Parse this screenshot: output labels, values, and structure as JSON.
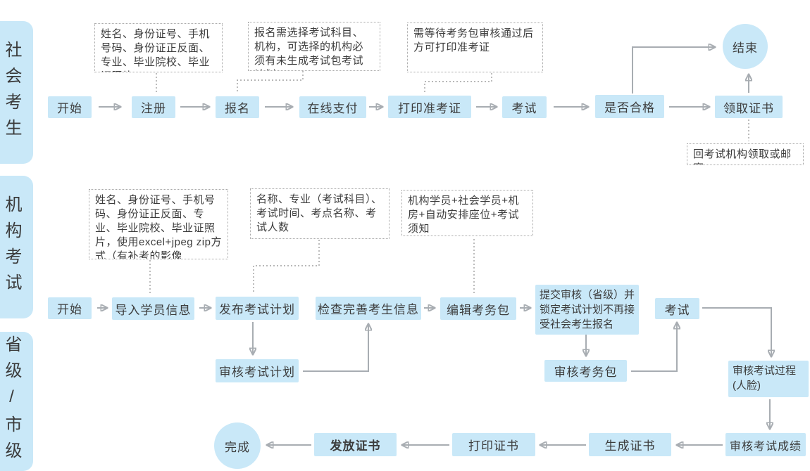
{
  "colors": {
    "node_fill": "#c9e8f8",
    "arrow_gray": "#a8adb2",
    "dashed_gray": "#a0a0a0",
    "text": "#3c3c3c",
    "background": "#ffffff"
  },
  "lanes": {
    "social": "社会考生",
    "institution": "机构考试",
    "provincial": "省级/市级"
  },
  "social": {
    "start": "开始",
    "register": "注册",
    "signup": "报名",
    "pay": "在线支付",
    "print_ticket": "打印准考证",
    "exam": "考试",
    "pass_check": "是否合格",
    "get_cert": "领取证书",
    "end": "结束",
    "note_register": "姓名、身份证号、手机号码、身份证正反面、专业、毕业院校、毕业证照片",
    "note_signup": "报名需选择考试科目、机构，可选择的机构必须有未生成考试包考试计划",
    "note_print": "需等待考务包审核通过后方可打印准考证",
    "note_get_cert": "回考试机构领取或邮寄"
  },
  "institution": {
    "start": "开始",
    "import_students": "导入学员信息",
    "publish_plan": "发布考试计划",
    "check_info": "检查完善考生信息",
    "edit_package": "编辑考务包",
    "submit_review": "提交审核（省级）并锁定考试计划不再接受社会考生报名",
    "exam": "考试",
    "note_import": "姓名、身份证号、手机号码、身份证正反面、专业、毕业院校、毕业证照片，使用excel+jpeg zip方式（有补考的影像",
    "note_publish": "名称、专业（考试科目）、考试时间、考点名称、考试人数",
    "note_package": "机构学员+社会学员+机房+自动安排座位+考试须知"
  },
  "provincial": {
    "review_plan": "审核考试计划",
    "review_package": "审核考务包",
    "review_process": "审核考试过程(人脸)",
    "review_score": "审核考试成绩",
    "gen_cert": "生成证书",
    "print_cert": "打印证书",
    "issue_cert": "发放证书",
    "done": "完成"
  }
}
